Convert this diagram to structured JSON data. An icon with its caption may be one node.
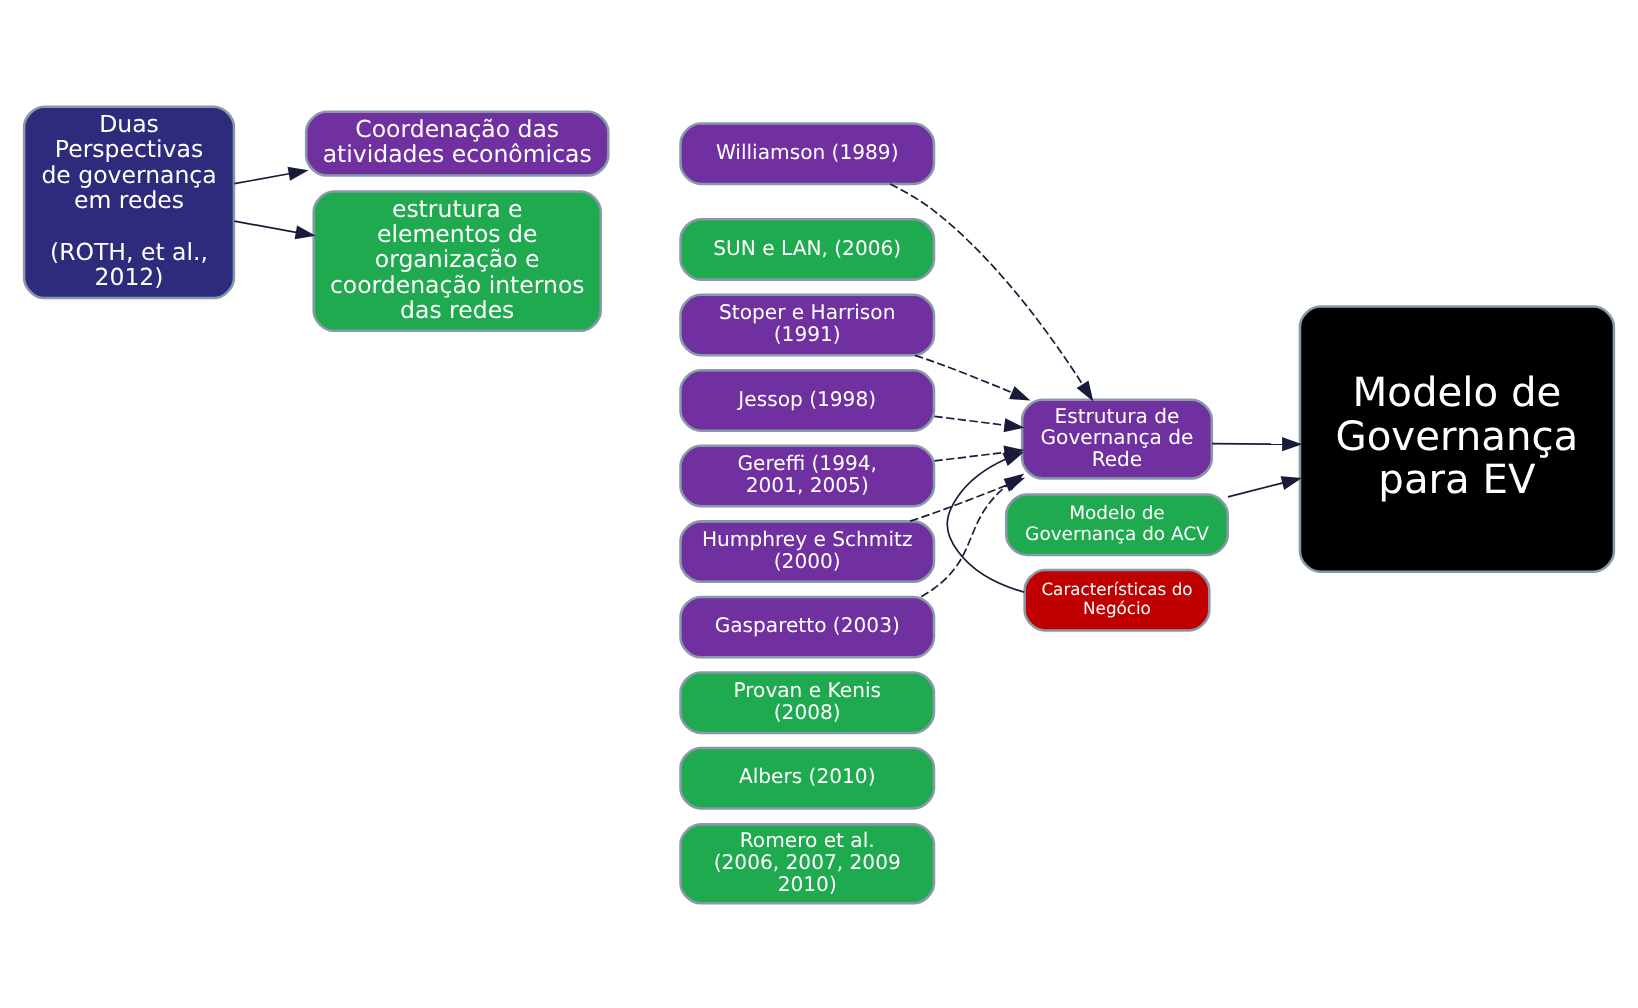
{
  "diagram": {
    "nodes": [
      {
        "text": [
          "Duas Perspectivas de governança em redes",
          "(ROTH, et al., 2012)"
        ]
      },
      {
        "text": [
          "Coordenação das atividades econômicas"
        ]
      },
      {
        "text": [
          "Williamson (1989)"
        ]
      },
      {
        "text": [
          "Stoper e Harrison (1991)"
        ]
      },
      {
        "text": [
          "Jessop (1998)"
        ]
      },
      {
        "text": [
          "Gereffi (1994, 2001, 2005)"
        ]
      },
      {
        "text": [
          "Humphrey e Schmitz (2000)"
        ]
      },
      {
        "text": [
          "Gasparetto (2003)"
        ]
      },
      {
        "text": [
          "Características do Negócio"
        ]
      },
      {
        "text": [
          "Estrutura de Governança de Rede"
        ]
      },
      {
        "text": [
          "Modelo de Governança para EV"
        ]
      },
      {
        "text": [
          "estrutura e elementos de organização e coordenação internos das redes"
        ]
      },
      {
        "text": [
          "SUN e LAN, (2006)"
        ]
      },
      {
        "text": [
          "Provan e Kenis (2008)"
        ]
      },
      {
        "text": [
          "Albers (2010)"
        ]
      },
      {
        "text": [
          "Romero et al. (2006, 2007, 2009 2010)"
        ]
      },
      {
        "text": [
          "Modelo de Governança do ACV"
        ]
      }
    ],
    "edges": [
      {
        "from": 0,
        "to": 1,
        "arrow": "to"
      },
      {
        "from": 0,
        "to": 11,
        "arrow": "to"
      },
      {
        "from": 2,
        "to": 9,
        "arrow": "to",
        "style": "dashed"
      },
      {
        "from": 3,
        "to": 9,
        "arrow": "to",
        "style": "dashed"
      },
      {
        "from": 4,
        "to": 9,
        "arrow": "to",
        "style": "dashed"
      },
      {
        "from": 5,
        "to": 9,
        "arrow": "to",
        "style": "dashed"
      },
      {
        "from": 6,
        "to": 9,
        "arrow": "to",
        "style": "dashed"
      },
      {
        "from": 7,
        "to": 9,
        "arrow": "to",
        "style": "dashed"
      },
      {
        "from": 8,
        "to": 9,
        "arrow": "to"
      },
      {
        "from": 9,
        "to": 10,
        "arrow": "to"
      },
      {
        "from": 16,
        "to": 10,
        "arrow": "to"
      }
    ]
  }
}
